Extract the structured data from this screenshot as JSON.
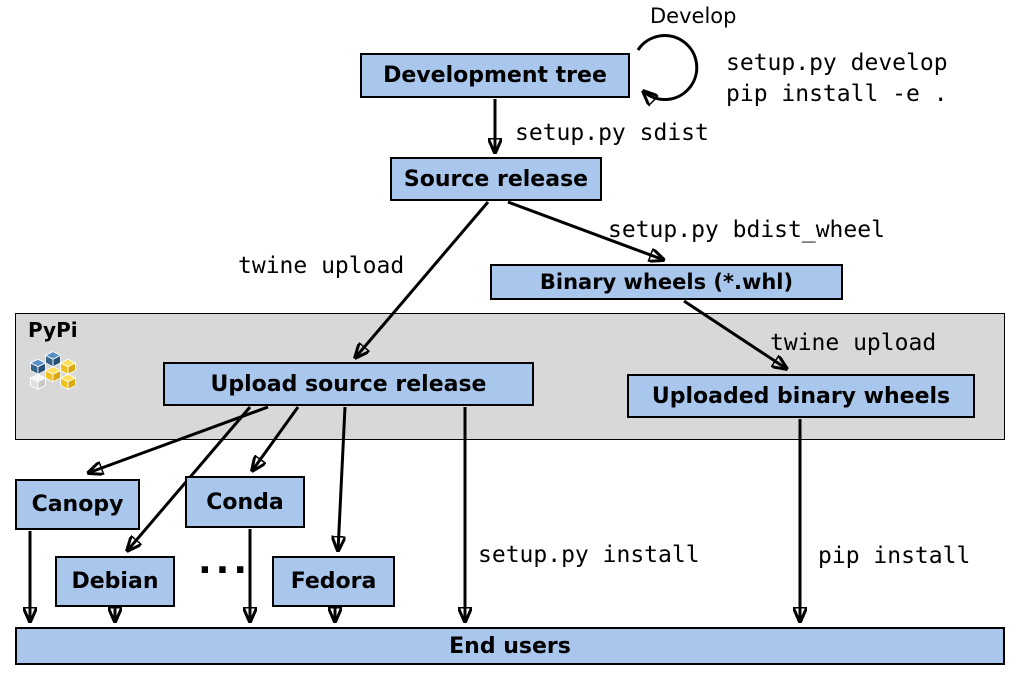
{
  "diagram": {
    "nodes": {
      "development_tree": "Development tree",
      "source_release": "Source release",
      "binary_wheels": "Binary wheels (*.whl)",
      "upload_source_release": "Upload source release",
      "uploaded_binary_wheels": "Uploaded binary wheels",
      "canopy": "Canopy",
      "conda": "Conda",
      "debian": "Debian",
      "fedora": "Fedora",
      "end_users": "End users"
    },
    "edge_labels": {
      "develop": "Develop",
      "develop_cmd_line1": "setup.py develop",
      "develop_cmd_line2": "pip install -e .",
      "sdist": "setup.py sdist",
      "twine_upload_source": "twine upload",
      "bdist_wheel": "setup.py bdist_wheel",
      "twine_upload_wheels": "twine upload",
      "setup_install": "setup.py install",
      "pip_install": "pip install",
      "ellipsis": "..."
    },
    "regions": {
      "pypi": "PyPi"
    },
    "colors": {
      "node_fill": "#a9c6ec",
      "node_border": "#000000",
      "region_fill": "#d8d8d8",
      "python_blue": "#2a5278",
      "python_yellow": "#f0c020"
    }
  }
}
